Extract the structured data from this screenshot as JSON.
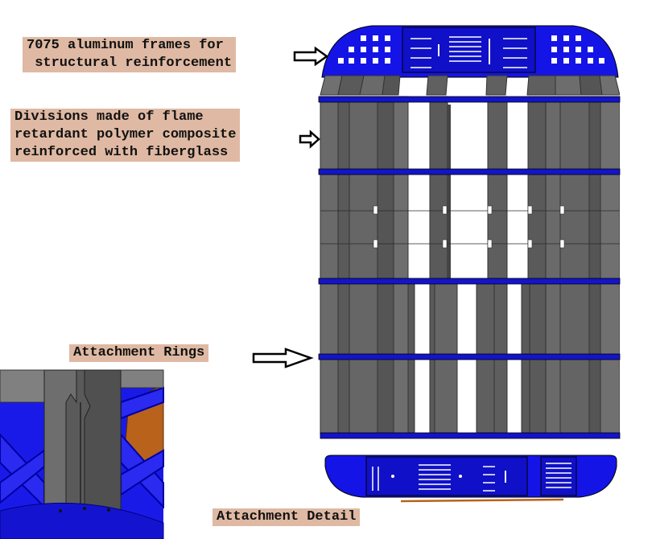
{
  "labels": {
    "frames": "7075 aluminum frames for\n structural reinforcement",
    "divisions": "Divisions made of flame\nretardant polymer composite\nreinforced with fiberglass",
    "rings": "Attachment Rings",
    "detail": "Attachment Detail"
  },
  "colors": {
    "frame_blue": "#1414e6",
    "panel_gray": "#5f5f5f",
    "label_bg": "#dfb9a3",
    "detail_orange": "#b8621c"
  }
}
